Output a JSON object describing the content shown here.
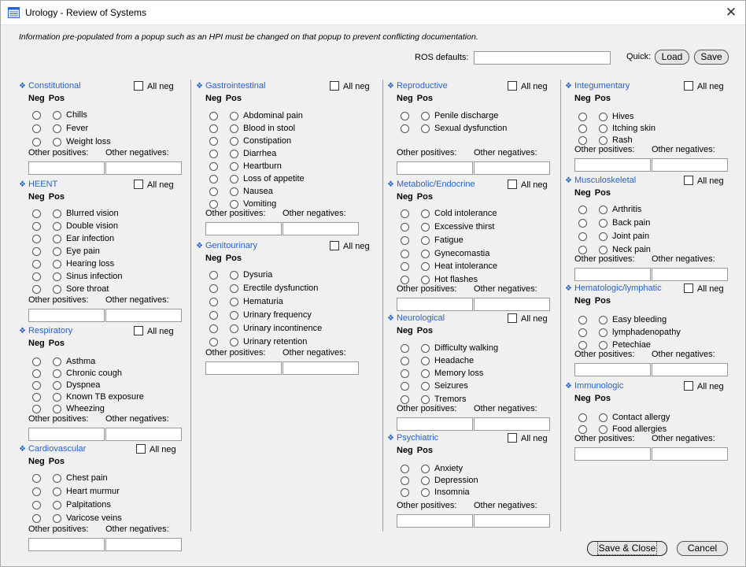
{
  "window": {
    "title": "Urology - Review of Systems",
    "close_glyph": "✕"
  },
  "info_text": "Information pre-populated from a popup such as an HPI must be changed on that popup to prevent conflicting documentation.",
  "ros_defaults": {
    "label": "ROS defaults:",
    "value": ""
  },
  "quick": {
    "label": "Quick:",
    "load": "Load",
    "save": "Save"
  },
  "labels": {
    "all_neg": "All neg",
    "neg": "Neg",
    "pos": "Pos",
    "other_positives": "Other positives:",
    "other_negatives": "Other negatives:",
    "diamond": "❖"
  },
  "sections": [
    {
      "title": "Constitutional",
      "items": [
        "Chills",
        "Fever",
        "Weight loss"
      ]
    },
    {
      "title": "HEENT",
      "items": [
        "Blurred vision",
        "Double vision",
        "Ear infection",
        "Eye pain",
        "Hearing loss",
        "Sinus infection",
        "Sore throat"
      ]
    },
    {
      "title": "Respiratory",
      "items": [
        "Asthma",
        "Chronic cough",
        "Dyspnea",
        "Known TB exposure",
        "Wheezing"
      ]
    },
    {
      "title": "Cardiovascular",
      "items": [
        "Chest pain",
        "Heart murmur",
        "Palpitations",
        "Varicose veins"
      ]
    },
    {
      "title": "Gastrointestinal",
      "items": [
        "Abdominal pain",
        "Blood in stool",
        "Constipation",
        "Diarrhea",
        "Heartburn",
        "Loss of appetite",
        "Nausea",
        "Vomiting"
      ]
    },
    {
      "title": "Genitourinary",
      "items": [
        "Dysuria",
        "Erectile dysfunction",
        "Hematuria",
        "Urinary frequency",
        "Urinary incontinence",
        "Urinary retention"
      ]
    },
    {
      "title": "Reproductive",
      "items": [
        "Penile discharge",
        "Sexual dysfunction"
      ]
    },
    {
      "title": "Metabolic/Endocrine",
      "items": [
        "Cold intolerance",
        "Excessive thirst",
        "Fatigue",
        "Gynecomastia",
        "Heat intolerance",
        "Hot flashes"
      ]
    },
    {
      "title": "Neurological",
      "items": [
        "Difficulty walking",
        "Headache",
        "Memory loss",
        "Seizures",
        "Tremors"
      ]
    },
    {
      "title": "Psychiatric",
      "items": [
        "Anxiety",
        "Depression",
        "Insomnia"
      ]
    },
    {
      "title": "Integumentary",
      "items": [
        "Hives",
        "Itching skin",
        "Rash"
      ]
    },
    {
      "title": "Musculoskeletal",
      "items": [
        "Arthritis",
        "Back pain",
        "Joint pain",
        "Neck pain"
      ]
    },
    {
      "title": "Hematologic/lymphatic",
      "items": [
        "Easy bleeding",
        "lymphadenopathy",
        "Petechiae"
      ]
    },
    {
      "title": "Immunologic",
      "items": [
        "Contact allergy",
        "Food allergies"
      ]
    }
  ],
  "buttons": {
    "save_close": "Save & Close",
    "cancel": "Cancel"
  }
}
